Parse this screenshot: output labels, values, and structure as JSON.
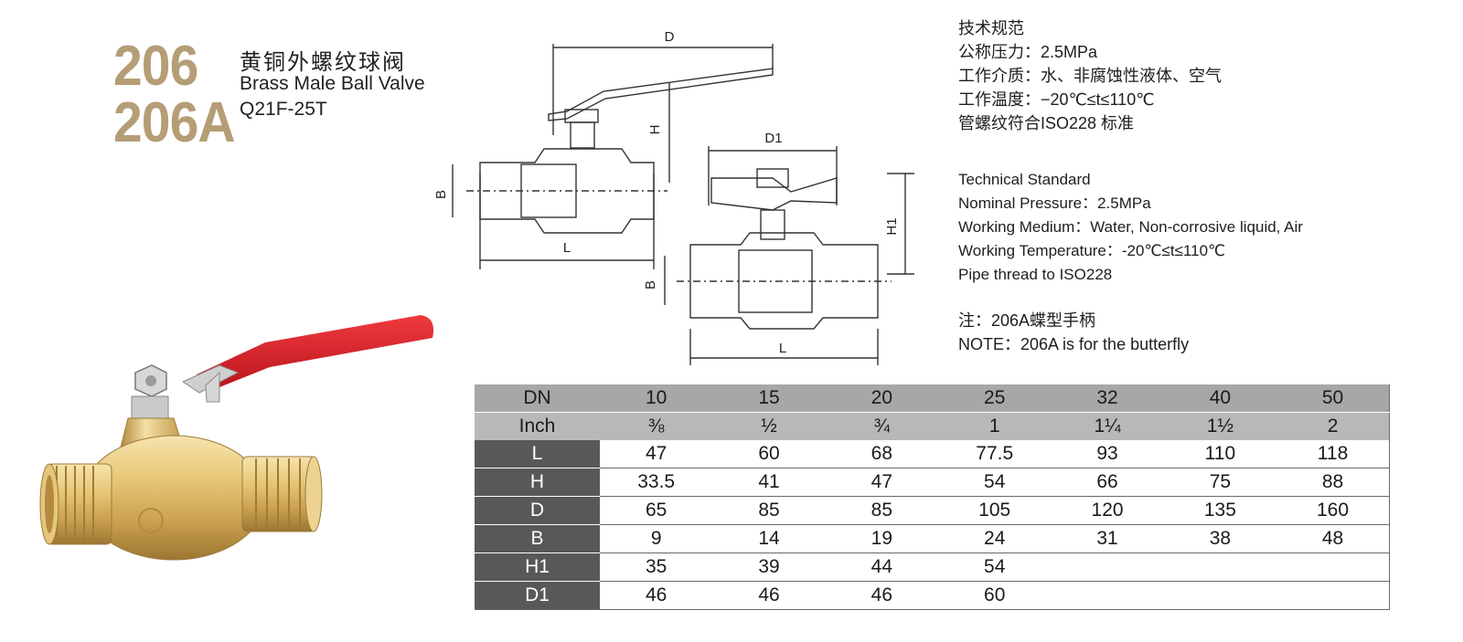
{
  "product": {
    "model_1": "206",
    "model_2": "206A",
    "title_cn": "黄铜外螺纹球阀",
    "title_en": "Brass Male Ball Valve",
    "code": "Q21F-25T"
  },
  "spec_cn": {
    "heading": "技术规范",
    "pressure": "公称压力：2.5MPa",
    "medium": "工作介质：水、非腐蚀性液体、空气",
    "temperature": "工作温度：−20℃≤t≤110℃",
    "thread": "管螺纹符合ISO228 标准"
  },
  "spec_en": {
    "heading": "Technical Standard",
    "pressure": "Nominal Pressure：2.5MPa",
    "medium": "Working Medium：Water, Non-corrosive liquid, Air",
    "temperature": "Working Temperature：-20℃≤t≤110℃",
    "thread": "Pipe thread to ISO228"
  },
  "note": {
    "cn": "注：206A蝶型手柄",
    "en": "NOTE：206A is for the butterfly"
  },
  "drawing_labels": {
    "d": "D",
    "h": "H",
    "b": "B",
    "l": "L",
    "d1": "D1",
    "h1": "H1",
    "b2": "B",
    "l2": "L"
  },
  "table": {
    "dn_label": "DN",
    "inch_label": "Inch",
    "dn": [
      "10",
      "15",
      "20",
      "25",
      "32",
      "40",
      "50"
    ],
    "inch": [
      "⅜",
      "½",
      "¾",
      "1",
      "1¼",
      "1½",
      "2"
    ],
    "rows": [
      {
        "label": "L",
        "values": [
          "47",
          "60",
          "68",
          "77.5",
          "93",
          "110",
          "118"
        ]
      },
      {
        "label": "H",
        "values": [
          "33.5",
          "41",
          "47",
          "54",
          "66",
          "75",
          "88"
        ]
      },
      {
        "label": "D",
        "values": [
          "65",
          "85",
          "85",
          "105",
          "120",
          "135",
          "160"
        ]
      },
      {
        "label": "B",
        "values": [
          "9",
          "14",
          "19",
          "24",
          "31",
          "38",
          "48"
        ]
      },
      {
        "label": "H1",
        "values": [
          "35",
          "39",
          "44",
          "54",
          "",
          "",
          ""
        ]
      },
      {
        "label": "D1",
        "values": [
          "46",
          "46",
          "46",
          "60",
          "",
          "",
          ""
        ]
      }
    ]
  },
  "colors": {
    "model_number": "#b59d76",
    "handle": "#d1232a",
    "brass": "#e2c37a",
    "table_header": "#a7a7a7",
    "row_header": "#585858"
  }
}
